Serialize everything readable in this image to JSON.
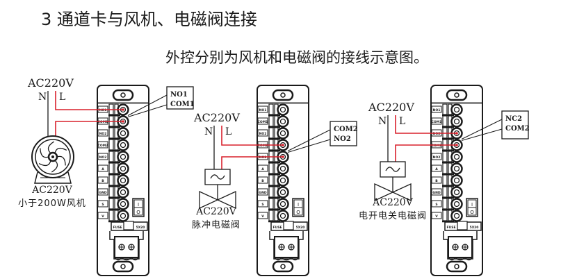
{
  "heading": "3 通道卡与风机、电磁阀连接",
  "subheading": "外控分别为风机和电磁阀的接线示意图。",
  "colors": {
    "wire_live": "#d8202c",
    "line": "#1a1a1a",
    "background": "#ffffff"
  },
  "terminal_labels": [
    "NO1",
    "COM1",
    "NO2",
    "COM2",
    "NO2",
    "A",
    "B",
    "GND",
    "S",
    "V"
  ],
  "board": {
    "switch_on": "I",
    "switch_off": "O",
    "fuse_left": "FUSE",
    "fuse_right": "5X20"
  },
  "diagrams": [
    {
      "id": "fan",
      "supply": "AC220V",
      "neutral": "N",
      "live": "L",
      "callout": [
        "NO1",
        "COM1"
      ],
      "device_icon": "fan-icon",
      "device_voltage": "AC220V",
      "device_name": "小于200W风机",
      "wired_terminals": [
        0,
        1
      ]
    },
    {
      "id": "pulse-valve",
      "supply": "AC220V",
      "neutral": "N",
      "live": "L",
      "callout": [
        "COM2",
        "NO2"
      ],
      "device_icon": "solenoid-valve-icon",
      "device_voltage": "AC220V",
      "device_name": "脉冲电磁阀",
      "wired_terminals": [
        3,
        4
      ]
    },
    {
      "id": "onoff-valve",
      "supply": "AC220V",
      "neutral": "N",
      "live": "L",
      "callout": [
        "NC2",
        "COM2"
      ],
      "device_icon": "solenoid-valve-icon",
      "device_voltage": "AC220V",
      "device_name": "电开电关电磁阀",
      "wired_terminals": [
        2,
        3
      ]
    }
  ]
}
